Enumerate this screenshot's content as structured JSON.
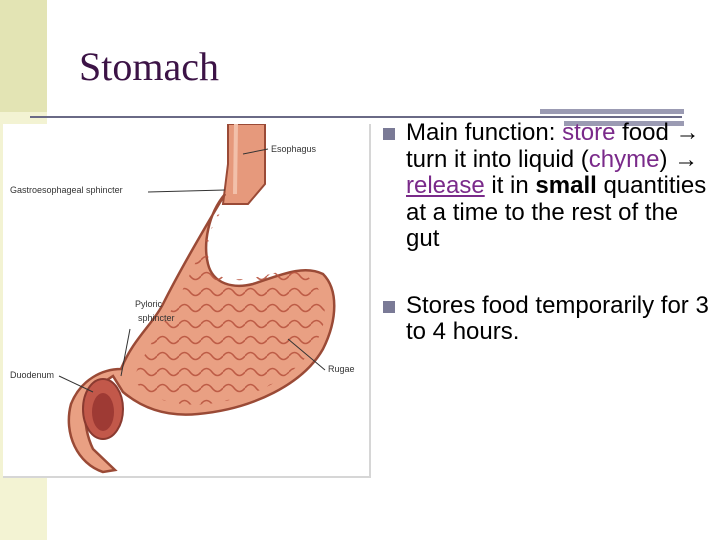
{
  "title": "Stomach",
  "figure": {
    "labels": {
      "esophagus": "Esophagus",
      "gastroesophageal": "Gastroesophageal sphincter",
      "pyloric_1": "Pyloric",
      "pyloric_2": "sphincter",
      "duodenum": "Duodenum",
      "rugae": "Rugae"
    }
  },
  "bullets": [
    {
      "segments": {
        "s1": "Main function: ",
        "s2": "store",
        "s3": " food ",
        "arrow1": "→",
        "s4": " turn it into liquid (",
        "s5": "chyme",
        "s6": ") ",
        "arrow2": "→",
        "s7": " ",
        "s8": "release",
        "s9": " it in ",
        "s10": "small",
        "s11": " quantities at a time to the rest of the gut"
      }
    },
    {
      "segments": {
        "s1": "Stores food temporarily for 3 to 4 hours."
      }
    }
  ],
  "colors": {
    "title": "#3c1346",
    "highlight": "#7a2a8a",
    "marker": "#7a7a96",
    "band": "#f3f3d3"
  }
}
